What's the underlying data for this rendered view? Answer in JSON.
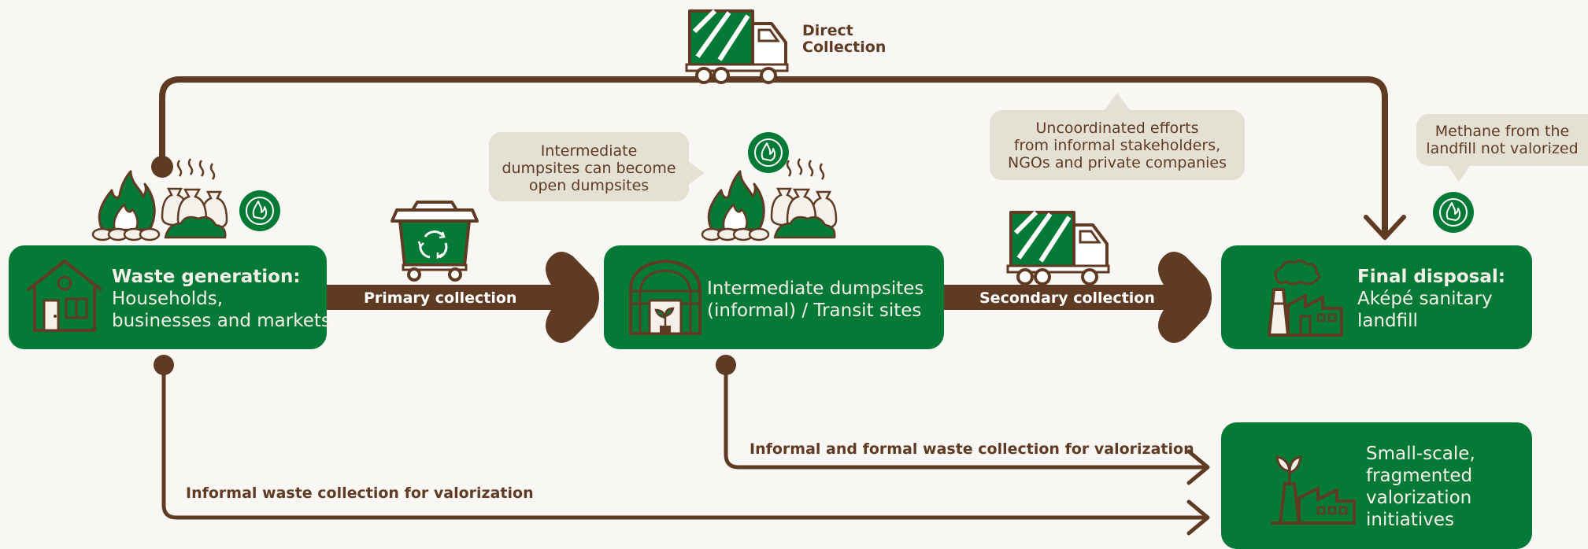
{
  "colors": {
    "green": "#057a36",
    "brown": "#603b24",
    "cream": "#f9f7f4",
    "bubble": "#e4e0d4"
  },
  "direct_collection": {
    "line1": "Direct",
    "line2": "Collection"
  },
  "bubbles": {
    "intermediate": {
      "line1": "Intermediate",
      "line2": "dumpsites can become",
      "line3": "open dumpsites"
    },
    "uncoordinated": {
      "line1": "Uncoordinated efforts",
      "line2": "from informal stakeholders,",
      "line3": "NGOs and private companies"
    },
    "methane": {
      "line1": "Methane from the",
      "line2": "landfill not valorized"
    }
  },
  "boxes": {
    "generation": {
      "title": "Waste generation:",
      "line1": "Households,",
      "line2": "businesses and markets"
    },
    "intermediate": {
      "line1": "Intermediate dumpsites",
      "line2": "(informal) / Transit sites"
    },
    "final": {
      "title": "Final disposal:",
      "line1": "Aképé sanitary",
      "line2": "landfill"
    },
    "valorization": {
      "line1": "Small-scale,",
      "line2": "fragmented",
      "line3": "valorization",
      "line4": "initiatives"
    }
  },
  "flows": {
    "primary": "Primary collection",
    "secondary": "Secondary collection",
    "informal_formal": "Informal and formal waste collection for valorization",
    "informal": "Informal waste collection for valorization"
  },
  "icons": [
    "garbage-truck-icon",
    "fire-icon",
    "waste-bags-icon",
    "methane-icon",
    "recycling-bin-icon",
    "house-icon",
    "greenhouse-icon",
    "factory-icon",
    "eco-factory-icon"
  ]
}
